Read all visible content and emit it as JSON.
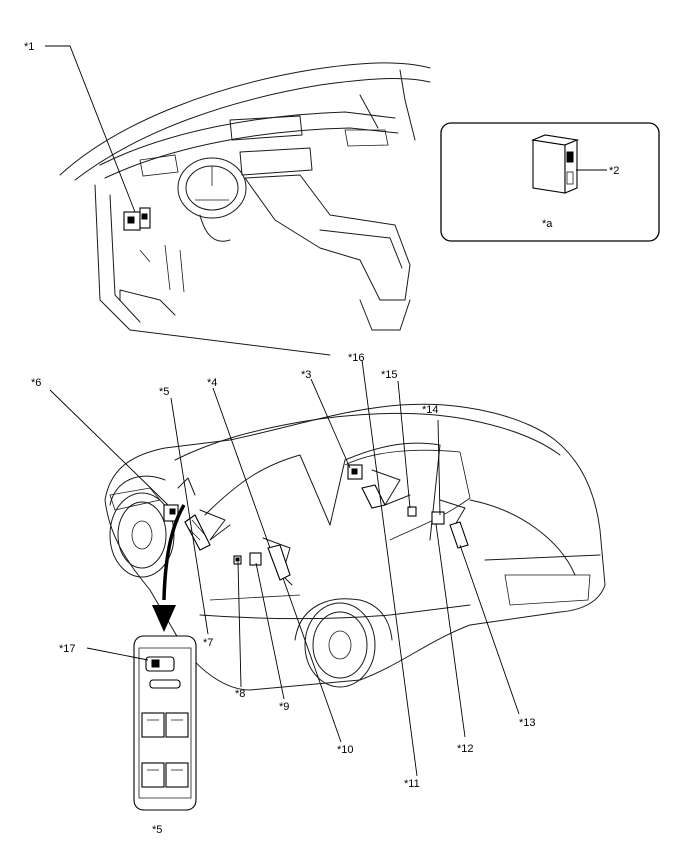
{
  "callouts": {
    "c1": "*1",
    "c2": "*2",
    "c3": "*3",
    "c4": "*4",
    "c5": "*5",
    "c6": "*6",
    "c7": "*7",
    "c8": "*8",
    "c9": "*9",
    "c10": "*10",
    "c11": "*11",
    "c12": "*12",
    "c13": "*13",
    "c14": "*14",
    "c15": "*15",
    "c16": "*16",
    "c17": "*17",
    "c5_bottom": "*5",
    "ca": "*a"
  }
}
